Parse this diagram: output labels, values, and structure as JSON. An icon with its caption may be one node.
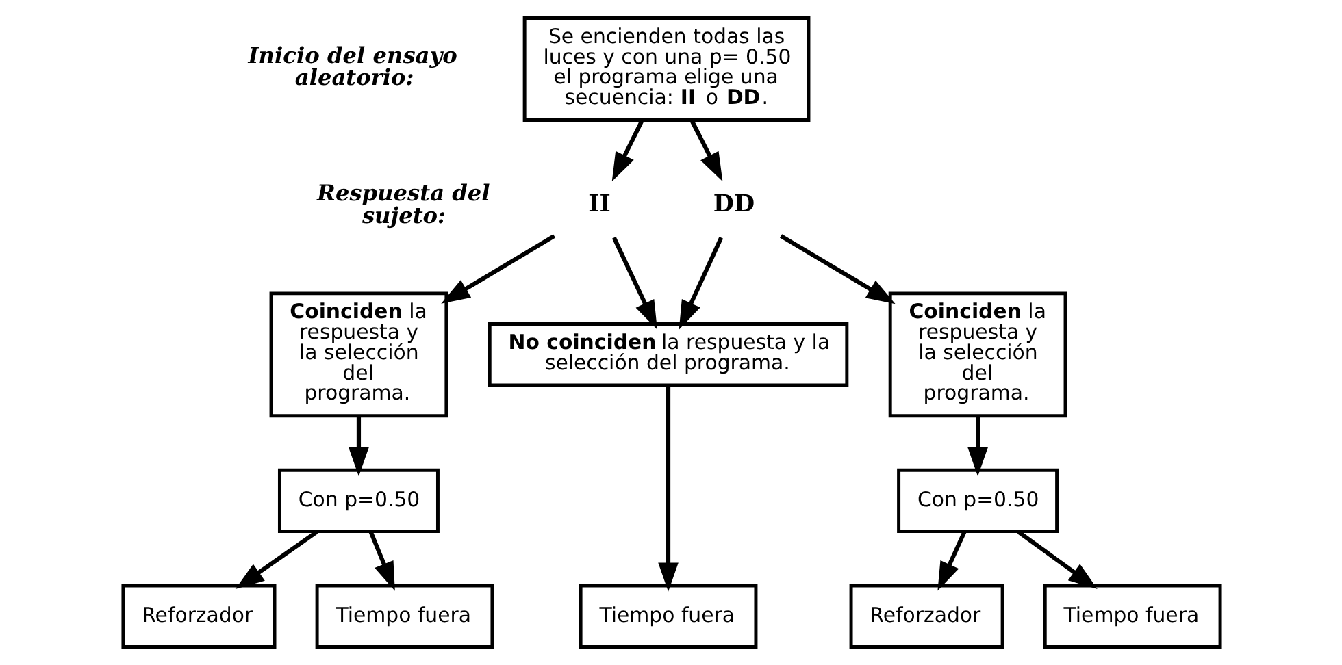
{
  "diagram": {
    "nodes": [
      {
        "text": [
          "Se encienden todas las luces y con una p= 0.50 el programa elige una secuencia: **II** o **DD**."
        ]
      },
      {
        "text": [
          "II"
        ]
      },
      {
        "text": [
          "DD"
        ]
      },
      {
        "text": [
          "**Coinciden** la respuesta y la selección del programa."
        ]
      },
      {
        "text": [
          "**No coinciden** la respuesta y la selección del programa."
        ]
      },
      {
        "text": [
          "**Coinciden** la respuesta y la selección del programa."
        ]
      },
      {
        "text": [
          "Con p=0.50"
        ]
      },
      {
        "text": [
          "Con p=0.50"
        ]
      },
      {
        "text": [
          "Reforzador"
        ]
      },
      {
        "text": [
          "Tiempo fuera"
        ]
      },
      {
        "text": [
          "Tiempo fuera"
        ]
      },
      {
        "text": [
          "Reforzador"
        ]
      },
      {
        "text": [
          "Tiempo fuera"
        ]
      }
    ],
    "edges": [
      {
        "from": 0,
        "to": 1,
        "arrow": "to"
      },
      {
        "from": 0,
        "to": 2,
        "arrow": "to"
      },
      {
        "from": 1,
        "to": 3,
        "arrow": "to"
      },
      {
        "from": 1,
        "to": 4,
        "arrow": "to"
      },
      {
        "from": 2,
        "to": 4,
        "arrow": "to"
      },
      {
        "from": 2,
        "to": 5,
        "arrow": "to"
      },
      {
        "from": 3,
        "to": 6,
        "arrow": "to"
      },
      {
        "from": 5,
        "to": 7,
        "arrow": "to"
      },
      {
        "from": 6,
        "to": 8,
        "arrow": "to"
      },
      {
        "from": 6,
        "to": 9,
        "arrow": "to"
      },
      {
        "from": 4,
        "to": 10,
        "arrow": "to"
      },
      {
        "from": 7,
        "to": 11,
        "arrow": "to"
      },
      {
        "from": 7,
        "to": 12,
        "arrow": "to"
      }
    ],
    "labels": [
      "Inicio del ensayo aleatorio:",
      "Respuesta del sujeto:"
    ]
  }
}
